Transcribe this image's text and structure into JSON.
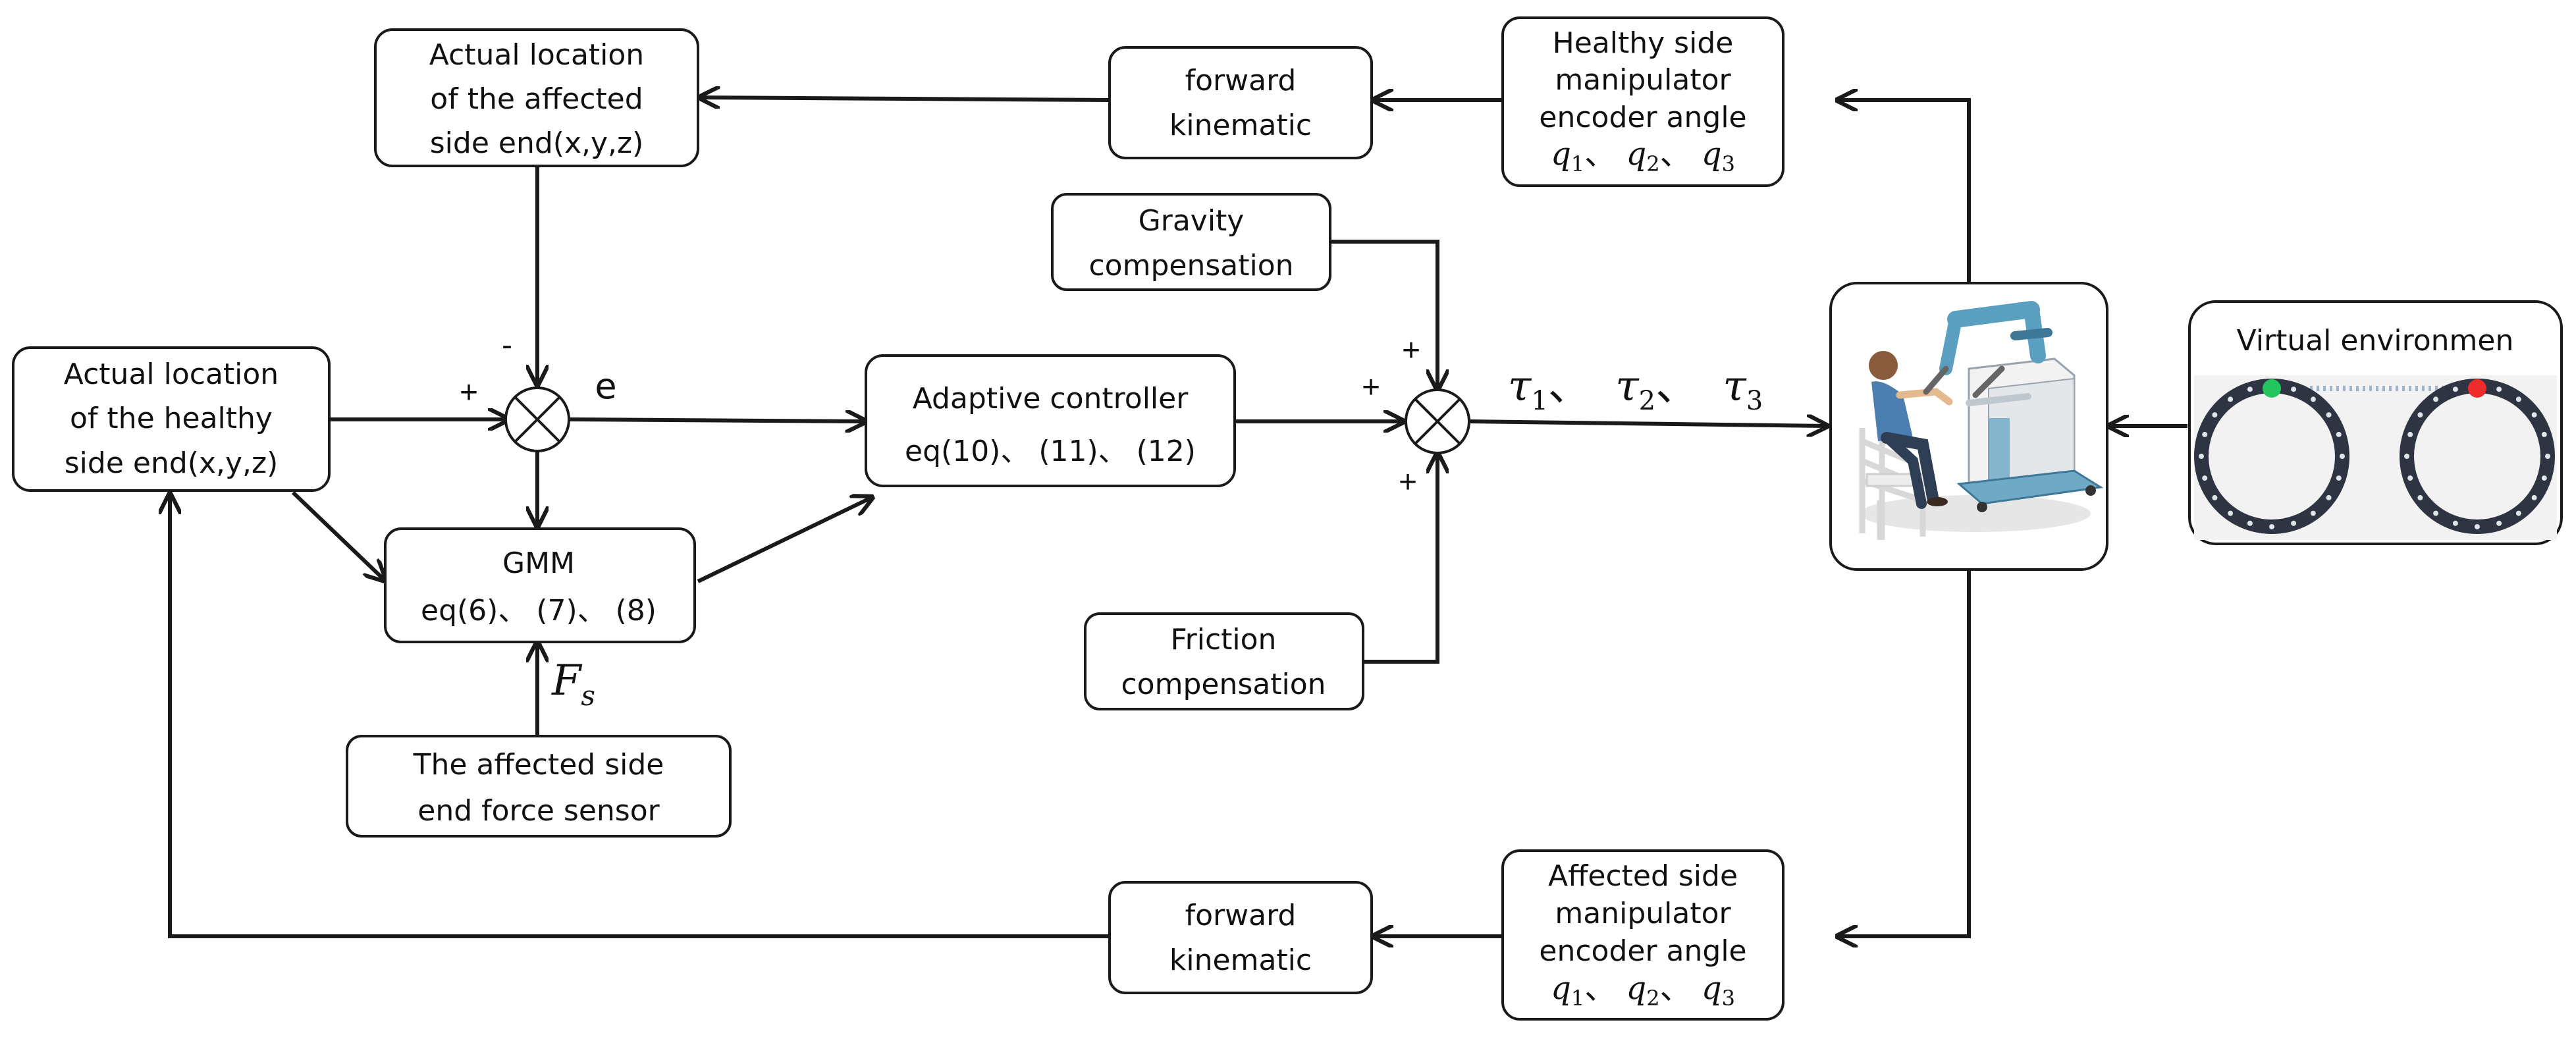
{
  "blocks": {
    "actual_affected": [
      "Actual location",
      "of the affected",
      "side end(x,y,z)"
    ],
    "actual_healthy": [
      "Actual location",
      "of the healthy",
      "side end(x,y,z)"
    ],
    "forward_top": [
      "forward",
      "kinematic"
    ],
    "forward_bottom": [
      "forward",
      "kinematic"
    ],
    "healthy_encoder": [
      "Healthy side",
      "manipulator",
      "encoder angle"
    ],
    "affected_encoder": [
      "Affected side",
      "manipulator",
      "encoder angle"
    ],
    "gravity": [
      "Gravity",
      "compensation"
    ],
    "friction": [
      "Friction",
      "compensation"
    ],
    "adaptive": [
      "Adaptive controller",
      "eq(10)、 (11)、 (12)"
    ],
    "gmm": [
      "GMM",
      "eq(6)、 (7)、 (8)"
    ],
    "force_sensor": [
      "The affected side",
      "end force sensor"
    ],
    "virtual_env": "Virtual environmen"
  },
  "math": {
    "q1": "q",
    "q1_sub": "1",
    "q2": "q",
    "q2_sub": "2",
    "q3": "q",
    "q3_sub": "3",
    "sep": "、",
    "tau": "τ",
    "tau1_sub": "1",
    "tau2_sub": "2",
    "tau3_sub": "3",
    "F": "F",
    "F_sub": "s",
    "e": "e"
  },
  "signs": {
    "sum1_minus": "-",
    "sum1_plus": "+",
    "sum2_plus_top": "+",
    "sum2_plus_left": "+",
    "sum2_plus_bottom": "+"
  },
  "colors": {
    "robot_blue": "#5b9fc0",
    "target_green": "#22c55e",
    "target_red": "#ef2b2b",
    "ring_dark": "#2f3442"
  }
}
